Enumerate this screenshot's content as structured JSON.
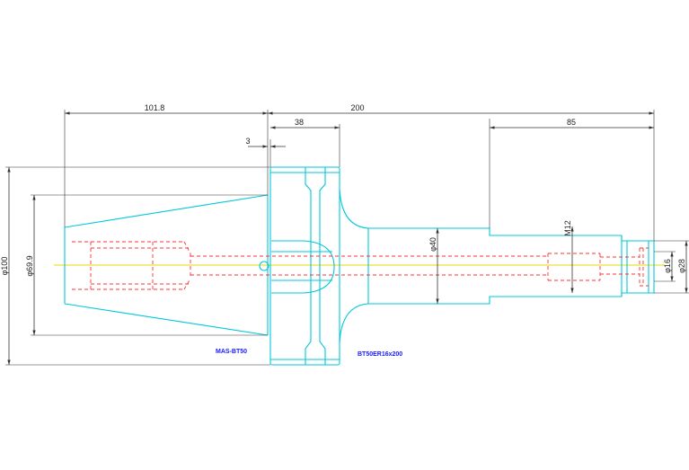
{
  "dimensions": {
    "d101_8": "101.8",
    "d200": "200",
    "d38": "38",
    "d3": "3",
    "d85": "85",
    "dia100": "φ100",
    "dia69_9": "φ69.9",
    "dia40": "φ40",
    "m12": "M12",
    "dia16": "φ16",
    "dia28": "φ28"
  },
  "labels": {
    "left_part": "MAS-BT50",
    "right_part": "BT50ER16x200"
  },
  "colors": {
    "outline": "#00c8dc",
    "hidden": "#ff3030",
    "centerline": "#e8d800",
    "dimension": "#333333",
    "label": "#1a1aff"
  }
}
